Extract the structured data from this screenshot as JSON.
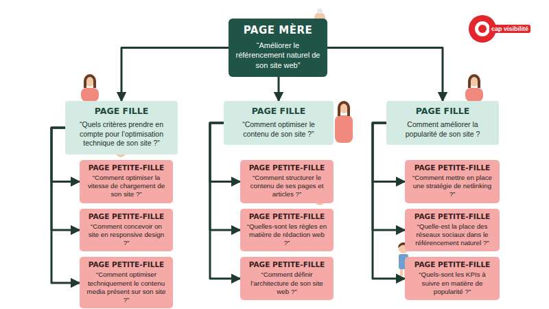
{
  "diagram": {
    "nodes": [
      {
        "text": [
          "PAGE MÈRE",
          "“Améliorer le référencement naturel de son site web”"
        ]
      },
      {
        "text": [
          "PAGE FILLE",
          "“Quels critères prendre en compte pour l’optimisation technique de son site ?”"
        ]
      },
      {
        "text": [
          "PAGE FILLE",
          "“Comment optimiser le contenu de son site ?”"
        ]
      },
      {
        "text": [
          "PAGE FILLE",
          "Comment améliorer la popularité de son site ?"
        ]
      },
      {
        "text": [
          "PAGE PETITE-FILLE",
          "“Comment optimiser la vitesse de chargement de son site ?”"
        ]
      },
      {
        "text": [
          "PAGE PETITE-FILLE",
          "“Comment concevoir on site en responsive design ?”"
        ]
      },
      {
        "text": [
          "PAGE PETITE-FILLE",
          "“Comment optimiser techniquement le contenu media présent sur son site ?”"
        ]
      },
      {
        "text": [
          "PAGE PETITE-FILLE",
          "“Comment structurer le contenu de ses pages et articles ?”"
        ]
      },
      {
        "text": [
          "PAGE PETITE-FILLE",
          "“Quelles-sont les règles en matière de rédaction web ?”"
        ]
      },
      {
        "text": [
          "PAGE PETITE-FILLE",
          "“Comment définir l’architecture de son site web ?”"
        ]
      },
      {
        "text": [
          "PAGE PETITE-FILLE",
          "“Comment mettre en place une stratégie de netlinking ?”"
        ]
      },
      {
        "text": [
          "PAGE PETITE-FILLE",
          "“Quelle-est la place des réseaux sociaux dans le référencement naturel ?”"
        ]
      },
      {
        "text": [
          "PAGE PETITE-FILLE",
          "“Quels-sont les KPIs à suivre en matière de popularité ?”"
        ]
      }
    ],
    "edges": [
      {
        "from": 0,
        "to": 1,
        "arrow": "to"
      },
      {
        "from": 0,
        "to": 2,
        "arrow": "to"
      },
      {
        "from": 0,
        "to": 3,
        "arrow": "to"
      },
      {
        "from": 1,
        "to": 4,
        "arrow": "to"
      },
      {
        "from": 1,
        "to": 5,
        "arrow": "to"
      },
      {
        "from": 1,
        "to": 6,
        "arrow": "to"
      },
      {
        "from": 2,
        "to": 7,
        "arrow": "to"
      },
      {
        "from": 2,
        "to": 8,
        "arrow": "to"
      },
      {
        "from": 2,
        "to": 9,
        "arrow": "to"
      },
      {
        "from": 3,
        "to": 10,
        "arrow": "to"
      },
      {
        "from": 3,
        "to": 11,
        "arrow": "to"
      },
      {
        "from": 3,
        "to": 12,
        "arrow": "to"
      }
    ],
    "labels": [
      "cap visibilité"
    ]
  }
}
